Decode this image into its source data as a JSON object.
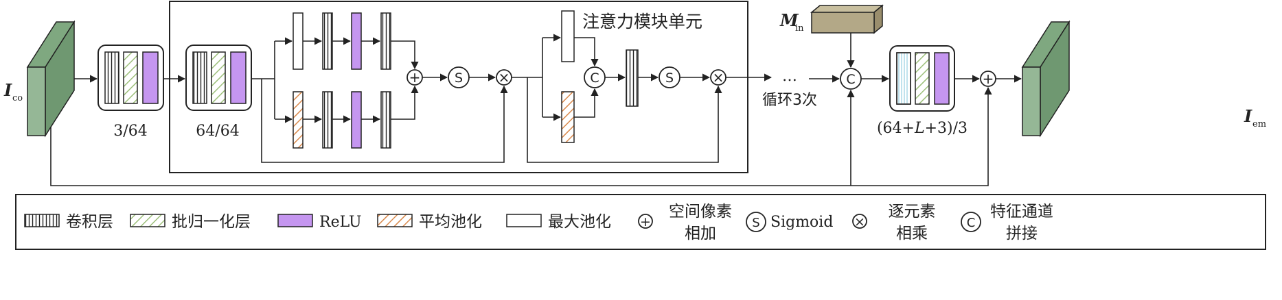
{
  "colors": {
    "line": "#222222",
    "green_front": "#95b796",
    "green_top": "#7fa880",
    "green_side": "#6f9871",
    "khaki_front": "#b3a887",
    "khaki_top": "#c8bf9f",
    "khaki_side": "#9a8e6d",
    "purple": "#c596f0",
    "bn_hatch": "#9cbf7a",
    "avgpool_hatch": "#d9884a"
  },
  "symbols": {
    "sum": "+",
    "sigmoid": "S",
    "mul": "×",
    "concat": "C"
  },
  "labels": {
    "input_main": "I",
    "input_sub": "co",
    "output_main": "I",
    "output_sub": "em",
    "min_main": "M",
    "min_sub": "in",
    "block1": "3/64",
    "block2": "64/64",
    "attention": "注意力模块单元",
    "dots": "…",
    "loop": "循环3次",
    "block3_pre": "(64+",
    "block3_var": "L",
    "block3_post": "+3)/3"
  },
  "legend": {
    "conv": "卷积层",
    "bn": "批归一化层",
    "relu": "ReLU",
    "avgpool": "平均池化",
    "maxpool": "最大池化",
    "sum_l1": "空间像素",
    "sum_l2": "相加",
    "sigmoid": "Sigmoid",
    "mul_l1": "逐元素",
    "mul_l2": "相乘",
    "concat_l1": "特征通道",
    "concat_l2": "拼接"
  }
}
